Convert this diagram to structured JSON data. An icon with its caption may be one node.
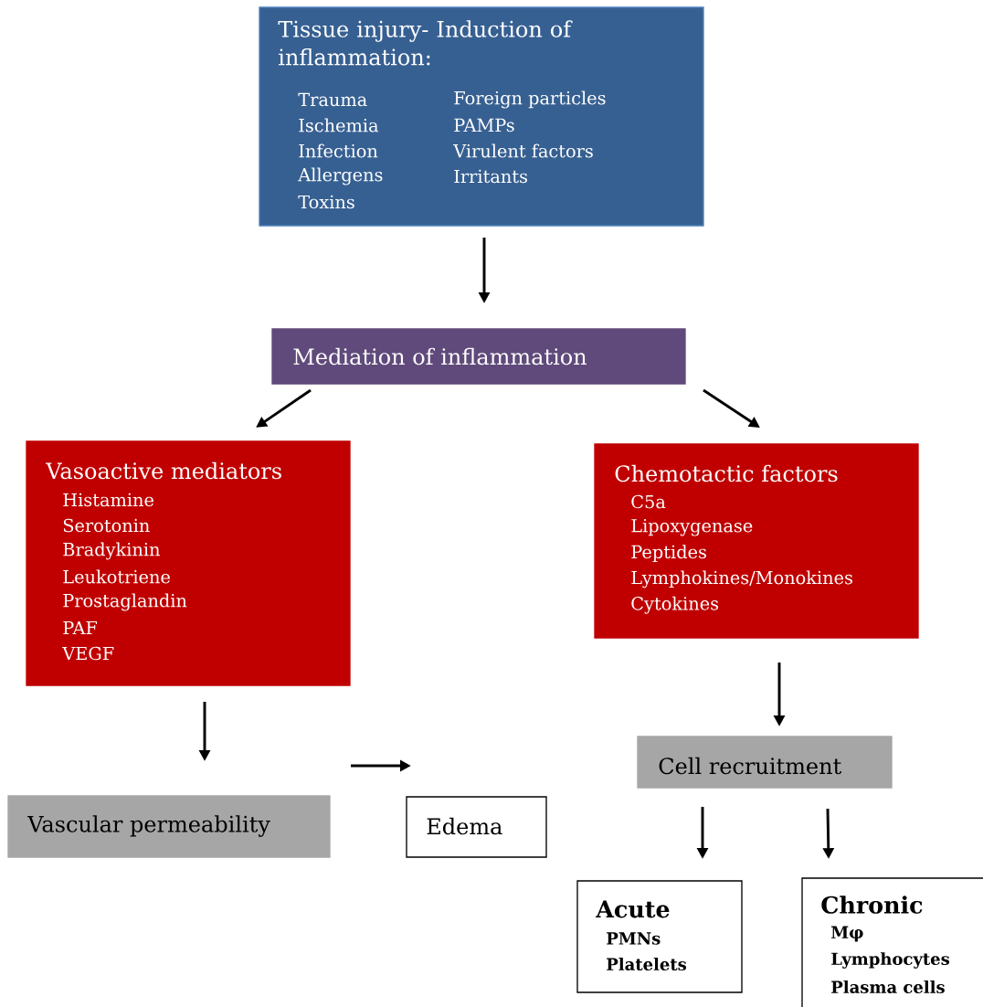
{
  "diagram": {
    "nodes": [
      {
        "text": [
          "Tissue injury- Induction of inflammation:",
          "Trauma",
          "Foreign particles",
          "Ischemia",
          "PAMPs",
          "Infection",
          "Virulent factors",
          "Allergens",
          "Irritants",
          "Toxins"
        ]
      },
      {
        "text": [
          "Mediation of inflammation"
        ]
      },
      {
        "text": [
          "Vasoactive mediators",
          "Histamine",
          "Serotonin",
          "Bradykinin",
          "Leukotriene",
          "Prostaglandin",
          "PAF",
          "VEGF"
        ]
      },
      {
        "text": [
          "Chemotactic factors",
          "C5a",
          "Lipoxygenase",
          "Peptides",
          "Lymphokines/Monokines",
          "Cytokines"
        ]
      },
      {
        "text": [
          "Vascular permeability"
        ]
      },
      {
        "text": [
          "Edema"
        ]
      },
      {
        "text": [
          "Cell recruitment"
        ]
      },
      {
        "text": [
          "Acute",
          "PMNs",
          "Platelets"
        ]
      },
      {
        "text": [
          "Chronic",
          "Mφ",
          "Lymphocytes",
          "Plasma cells"
        ]
      }
    ],
    "edges": [
      {
        "from": 0,
        "to": 1,
        "arrow": "to"
      },
      {
        "from": 1,
        "to": 2,
        "arrow": "to"
      },
      {
        "from": 1,
        "to": 3,
        "arrow": "to"
      },
      {
        "from": 2,
        "to": 4,
        "arrow": "to"
      },
      {
        "from": 4,
        "to": 5,
        "arrow": "to"
      },
      {
        "from": 3,
        "to": 6,
        "arrow": "to"
      },
      {
        "from": 6,
        "to": 7,
        "arrow": "to"
      },
      {
        "from": 6,
        "to": 8,
        "arrow": "to"
      }
    ]
  }
}
